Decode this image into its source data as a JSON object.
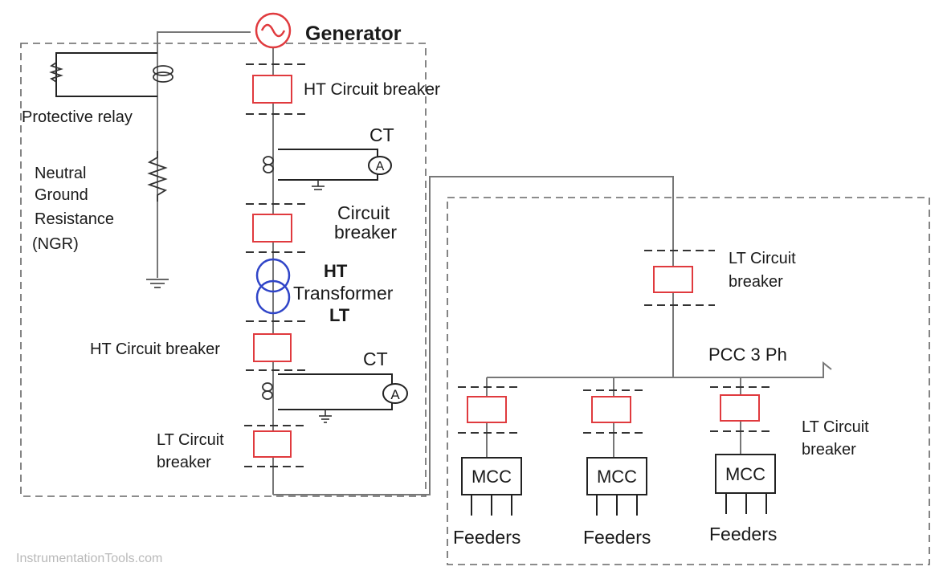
{
  "colors": {
    "breaker": "#e03a3e",
    "generator": "#e03a3e",
    "transformer": "#3045c8",
    "watermark": "#b9b9b9"
  },
  "labels": {
    "generator": "Generator",
    "ht_cb_top": "HT Circuit breaker",
    "protective_relay": "Protective relay",
    "ngr_line1": "Neutral",
    "ngr_line2": "Ground",
    "ngr_line3": "Resistance",
    "ngr_line4": "(NGR)",
    "ct_top": "CT",
    "ct_meter_top": "A",
    "cb_line1": "Circuit",
    "cb_line2": "breaker",
    "xfmr_ht": "HT",
    "xfmr_name": "Transformer",
    "xfmr_lt": "LT",
    "ht_cb_lower": "HT Circuit breaker",
    "ct_lower": "CT",
    "ct_meter_lower": "A",
    "lt_cb_left_line1": "LT Circuit",
    "lt_cb_left_line2": "breaker",
    "lt_cb_main_line1": "LT Circuit",
    "lt_cb_main_line2": "breaker",
    "pcc": "PCC 3  Ph",
    "lt_cb_right_line1": "LT Circuit",
    "lt_cb_right_line2": "breaker"
  },
  "mcc_units": [
    {
      "label": "MCC",
      "feeders": "Feeders"
    },
    {
      "label": "MCC",
      "feeders": "Feeders"
    },
    {
      "label": "MCC",
      "feeders": "Feeders"
    }
  ],
  "watermark": "InstrumentationTools.com"
}
